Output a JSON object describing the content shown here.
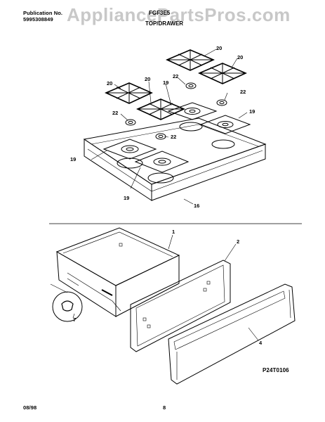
{
  "header": {
    "publication_label": "Publication No.",
    "publication_number": "5995308849",
    "model": "FGF3E5",
    "section_title": "TOP/DRAWER",
    "watermark": "AppliancePartsPros.com"
  },
  "callouts": {
    "grate_a": "20",
    "grate_b": "20",
    "grate_c": "20",
    "grate_d": "20",
    "cap_a": "22",
    "cap_b": "22",
    "cap_c": "22",
    "cap_d": "22",
    "burner_a": "19",
    "burner_b": "19",
    "burner_c": "19",
    "burner_d": "19",
    "top": "16",
    "drawer": "1",
    "drawer_panel": "2",
    "handle": "4",
    "roller": "7"
  },
  "footer": {
    "diagram_code": "P24T0106",
    "date": "08/98",
    "page": "8"
  }
}
